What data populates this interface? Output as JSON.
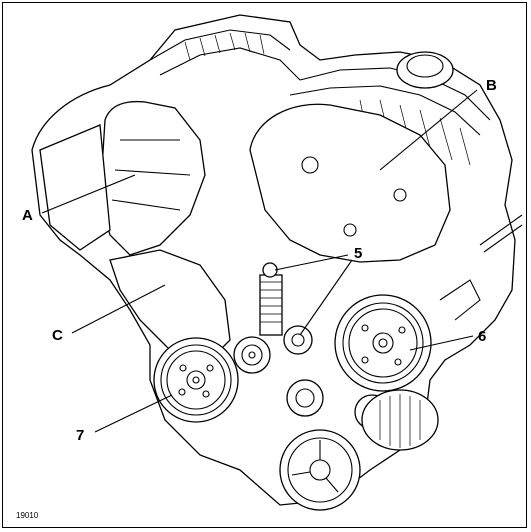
{
  "labels": {
    "A": "A",
    "B": "B",
    "C": "C",
    "five": "5",
    "six": "6",
    "seven": "7"
  },
  "figure_ref": "19010",
  "colors": {
    "ink": "#000000",
    "paper": "#ffffff"
  }
}
